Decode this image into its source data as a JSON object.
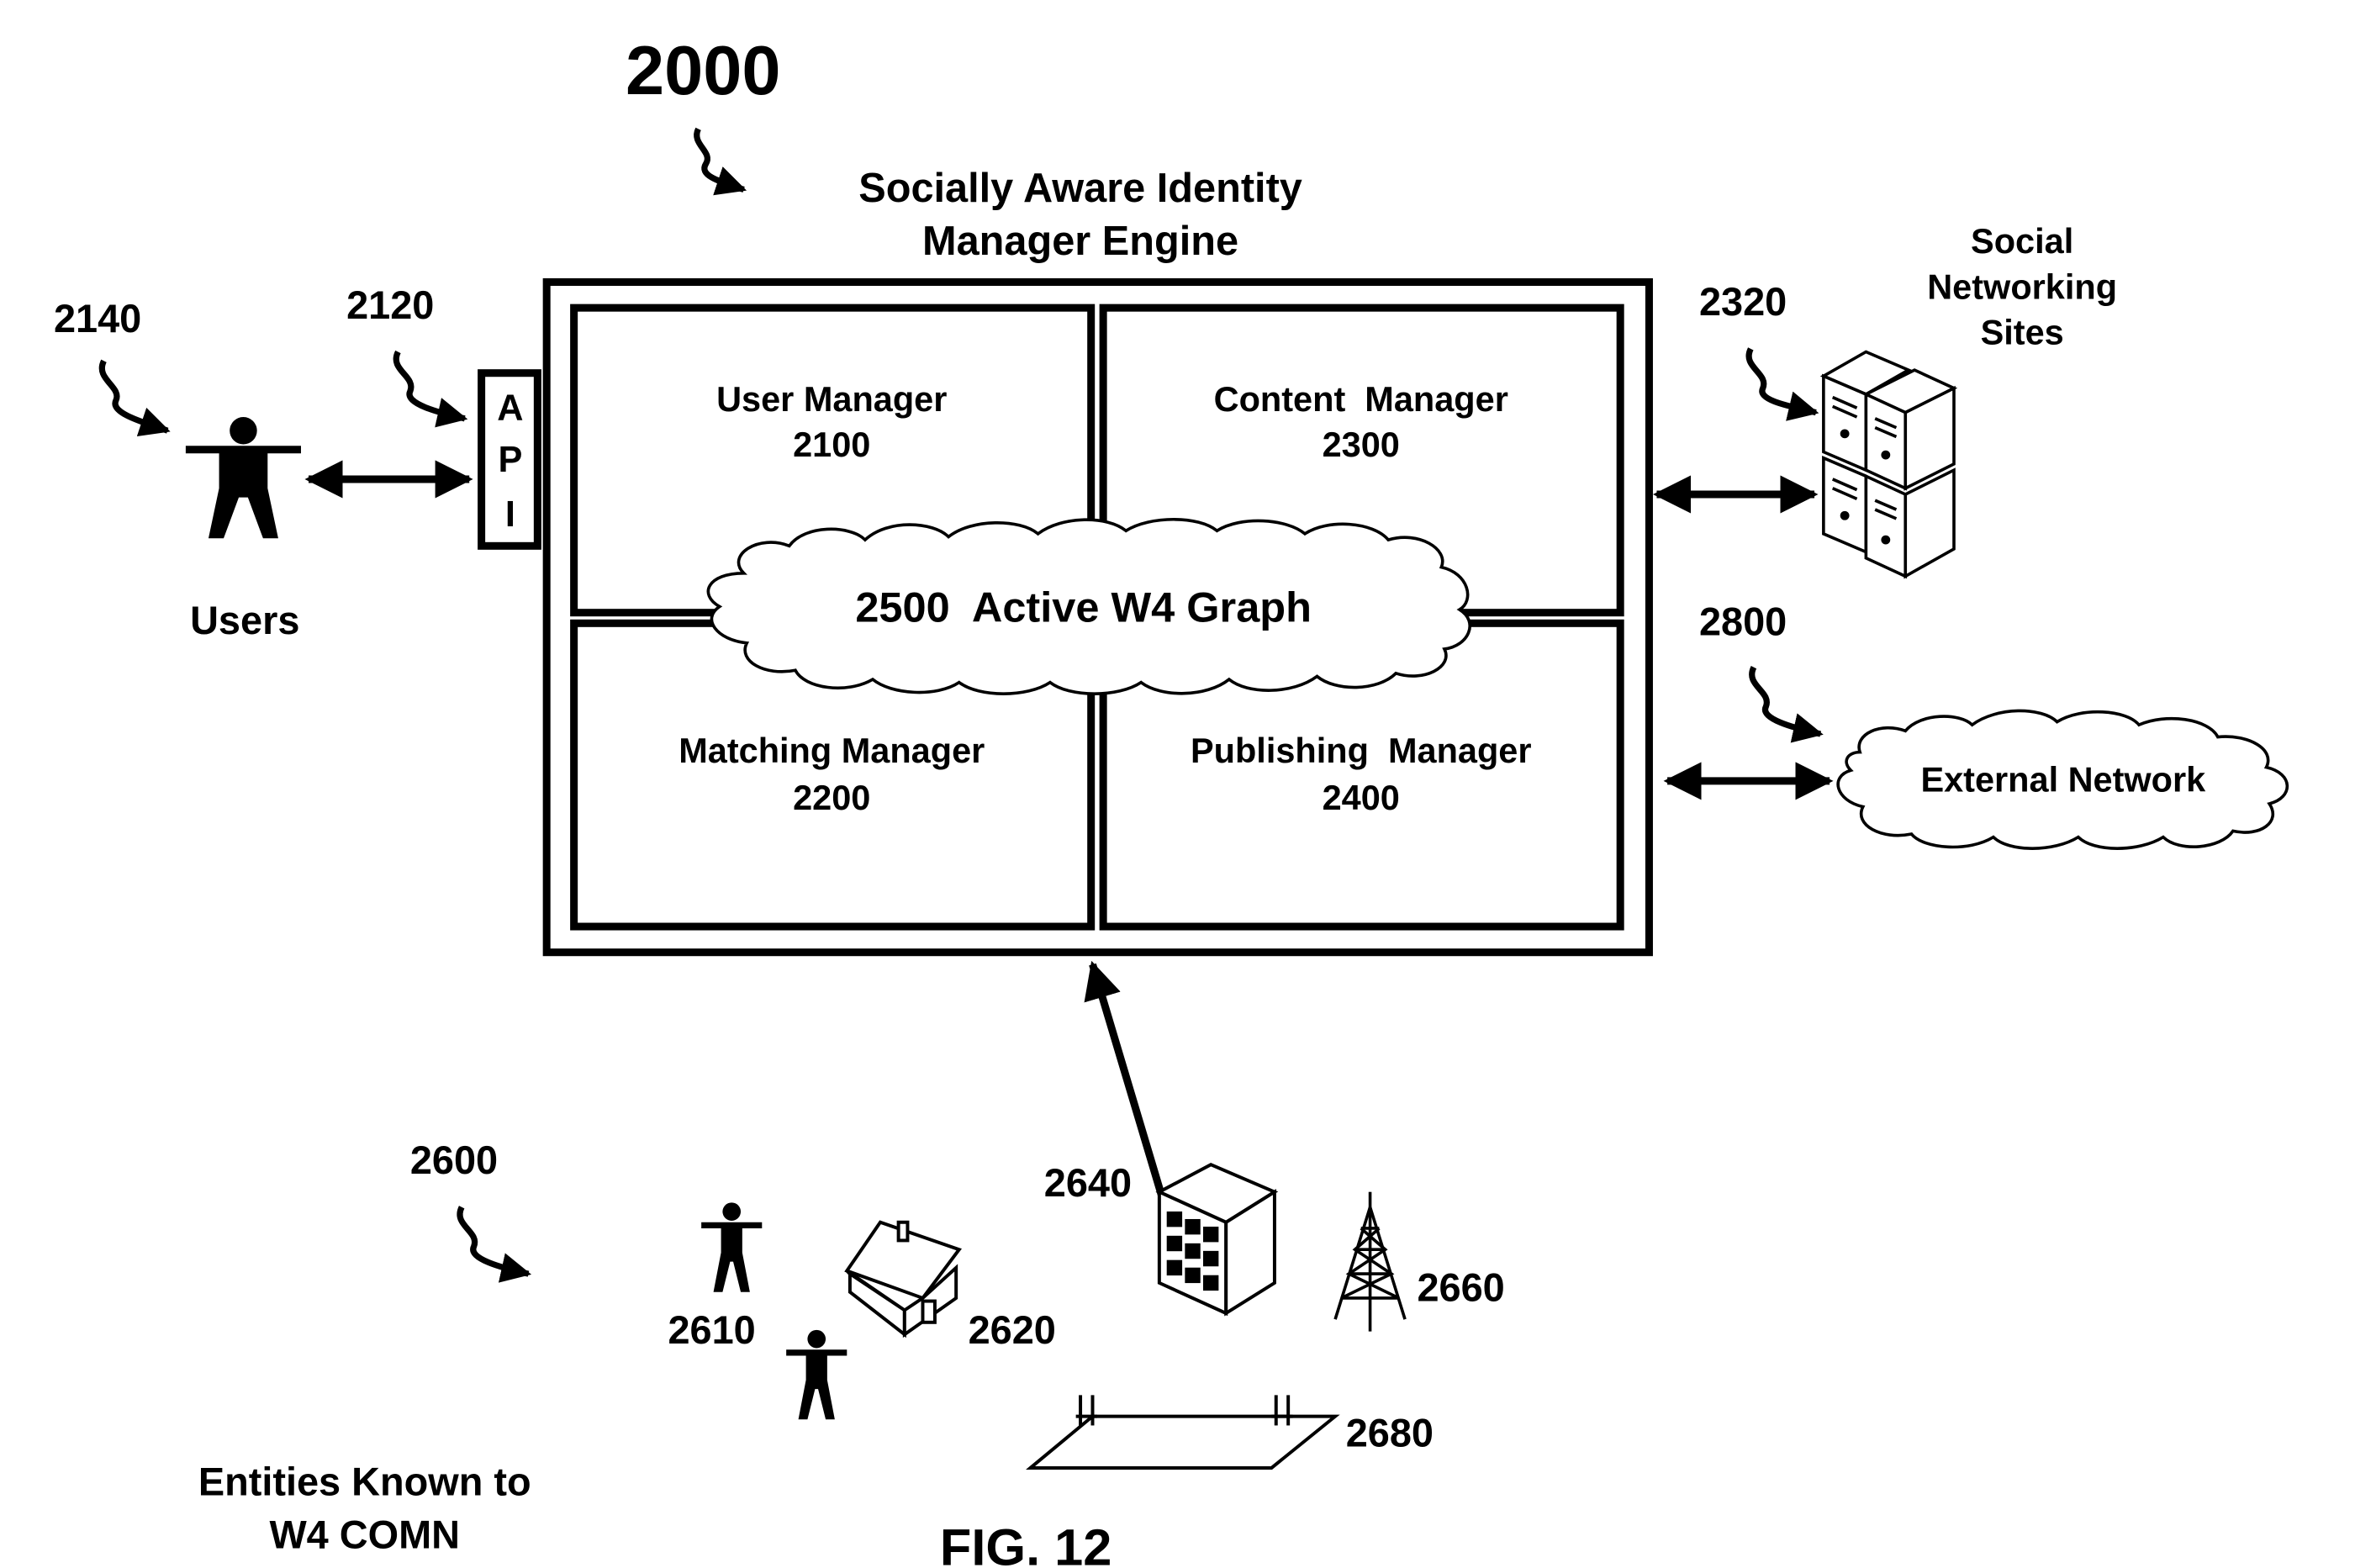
{
  "engine": {
    "ref": "2000",
    "title_line1": "Socially Aware Identity",
    "title_line2": "Manager Engine"
  },
  "api": {
    "ref": "2120",
    "letters": [
      "A",
      "P",
      "I"
    ]
  },
  "users": {
    "ref": "2140",
    "label": "Users"
  },
  "managers": {
    "user": {
      "name": "User Manager",
      "ref": "2100"
    },
    "content": {
      "name": "Content  Manager",
      "ref": "2300"
    },
    "matching": {
      "name": "Matching Manager",
      "ref": "2200"
    },
    "publishing": {
      "name": "Publishing  Manager",
      "ref": "2400"
    }
  },
  "graph": {
    "label": "2500  Active W4 Graph"
  },
  "social_sites": {
    "ref": "2320",
    "label_line1": "Social",
    "label_line2": "Networking",
    "label_line3": "Sites"
  },
  "external_network": {
    "ref": "2800",
    "label": "External Network"
  },
  "entities": {
    "ref": "2600",
    "label_line1": "Entities Known to",
    "label_line2": "W4 COMN",
    "items": {
      "people": "2610",
      "house": "2620",
      "building": "2640",
      "tower": "2660",
      "field": "2680"
    }
  },
  "figure_caption": "FIG. 12",
  "colors": {
    "ink": "#000000",
    "paper": "#ffffff"
  }
}
